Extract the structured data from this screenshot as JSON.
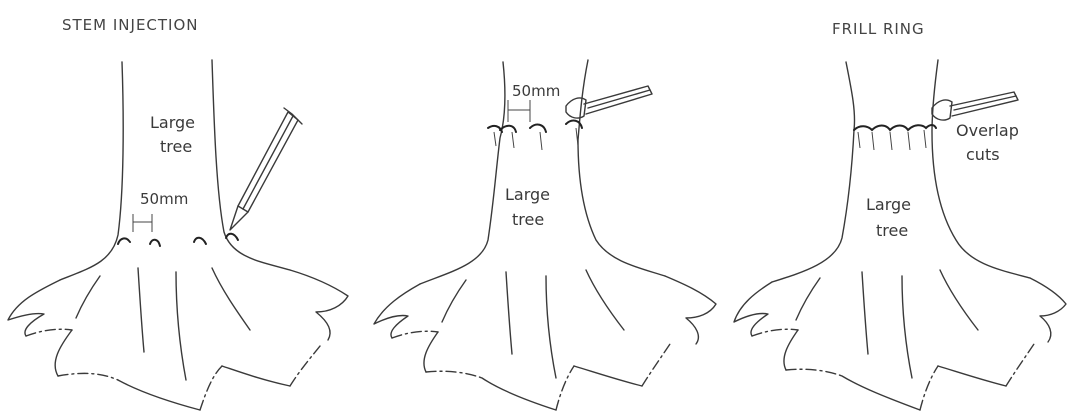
{
  "panels": [
    {
      "title": "STEM INJECTION",
      "tree_label": [
        "Large",
        "tree"
      ],
      "dimension": "50mm"
    },
    {
      "title": "",
      "tree_label": [
        "Large",
        "tree"
      ],
      "dimension": "50mm"
    },
    {
      "title": "FRILL RING",
      "tree_label": [
        "Large",
        "tree"
      ],
      "note": [
        "Overlap",
        "cuts"
      ]
    }
  ]
}
